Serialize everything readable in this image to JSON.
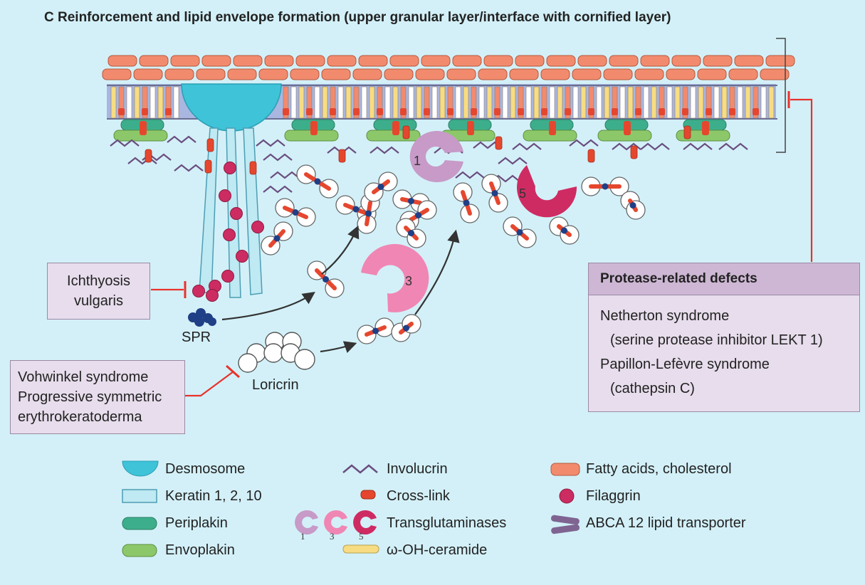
{
  "title": "C  Reinforcement and lipid envelope formation (upper granular layer/interface with cornified layer)",
  "labels": {
    "spr": "SPR",
    "loricrin": "Loricrin",
    "enzyme_1": "1",
    "enzyme_3": "3",
    "enzyme_5": "5"
  },
  "disease_boxes": {
    "ichthyosis": [
      "Ichthyosis",
      "vulgaris"
    ],
    "vohwinkel": [
      "Vohwinkel syndrome",
      "Progressive symmetric",
      "erythrokeratoderma"
    ],
    "protease": {
      "header": "Protease-related defects",
      "lines": [
        "Netherton syndrome",
        "(serine protease inhibitor LEKT 1)",
        "Papillon-Lefèvre syndrome",
        "(cathepsin C)"
      ]
    }
  },
  "legend": {
    "desmosome": "Desmosome",
    "keratin": "Keratin 1, 2, 10",
    "periplakin": "Periplakin",
    "envoplakin": "Envoplakin",
    "involucrin": "Involucrin",
    "crosslink": "Cross-link",
    "transglutaminases": "Transglutaminases",
    "tg_numbers": [
      "1",
      "3",
      "5"
    ],
    "ceramide": "ω-OH-ceramide",
    "fatty_acids": "Fatty acids, cholesterol",
    "filaggrin": "Filaggrin",
    "abca12": "ABCA 12 lipid transporter"
  },
  "colors": {
    "background": "#d3f0f8",
    "fatty_acid": "#f28b6e",
    "desmosome": "#3fc3d8",
    "keratin": "#bfe9f3",
    "periplakin": "#3dae8b",
    "envoplakin": "#8cc86a",
    "crosslink": "#e5472e",
    "filaggrin": "#cc2c61",
    "involucrin": "#6a4d7f",
    "tg1": "#c79ac7",
    "tg3": "#f086b4",
    "tg5": "#cf2b63",
    "ceramide": "#f7dc82",
    "inhibition": "#e8322a"
  }
}
